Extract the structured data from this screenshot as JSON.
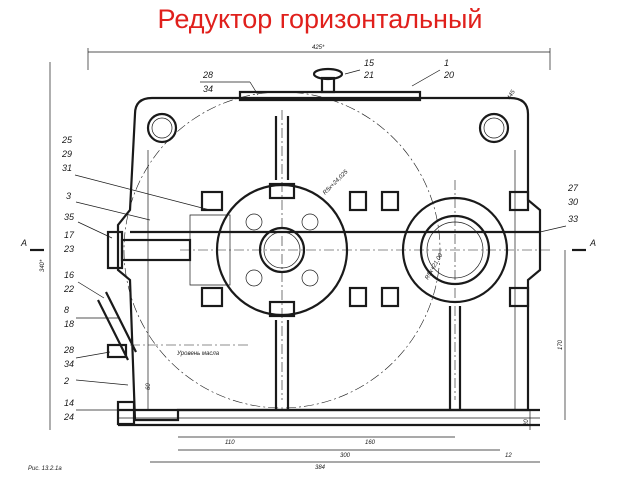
{
  "title": "Редуктор горизонтальный",
  "dimensions": {
    "overall_width": "425*",
    "height_left": "340*",
    "base_110": "110",
    "base_160": "160",
    "base_300": "300",
    "base_384": "384",
    "base_12": "12",
    "height_170": "170",
    "height_20": "20",
    "dim_60": "60",
    "dim_445": "445",
    "dim_r1": "R5x+24,025",
    "dim_r2": "R5x+21,00",
    "oil_level": "Уровень масла",
    "section_left": "А",
    "section_right": "А",
    "sheet_note": "Рис. 13.2.1а"
  },
  "callouts": {
    "c28a": "28",
    "c34a": "34",
    "c15": "15",
    "c21": "21",
    "c1": "1",
    "c20": "20",
    "c25": "25",
    "c29": "29",
    "c31": "31",
    "c3": "3",
    "c35": "35",
    "c17": "17",
    "c23": "23",
    "c16": "16",
    "c22": "22",
    "c8": "8",
    "c18": "18",
    "c28b": "28",
    "c34b": "34",
    "c2": "2",
    "c14": "14",
    "c24": "24",
    "c27": "27",
    "c30": "30",
    "c33": "33"
  }
}
